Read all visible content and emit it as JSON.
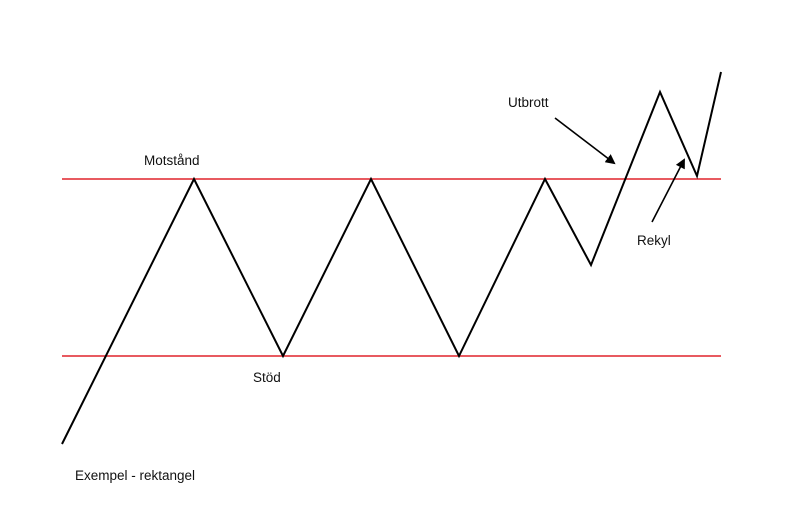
{
  "labels": {
    "resistance": "Motstånd",
    "support": "Stöd",
    "breakout": "Utbrott",
    "pullback": "Rekyl",
    "caption": "Exempel - rektangel"
  },
  "colors": {
    "levels": "#e0242c",
    "price": "#000000",
    "text": "#111111"
  }
}
